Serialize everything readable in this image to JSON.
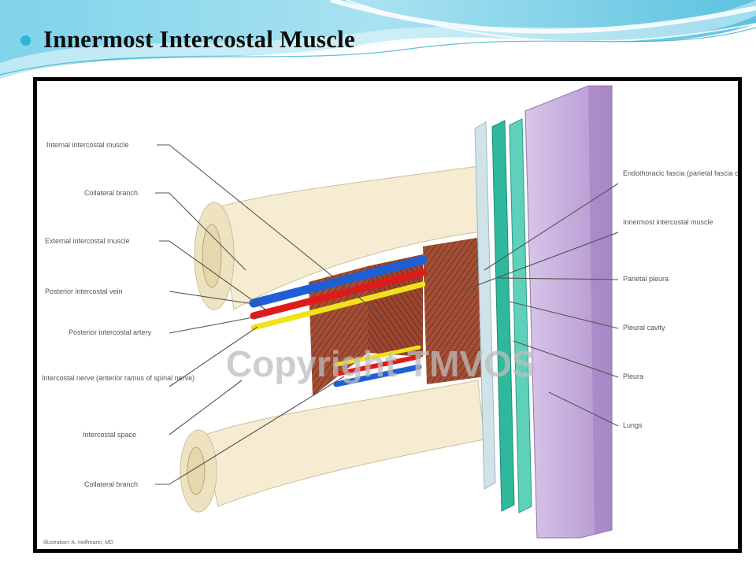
{
  "slide": {
    "title": "Innermost Intercostal Muscle",
    "bullet_color": "#29b7d3"
  },
  "figure": {
    "watermark": "Copyright TMVOS",
    "credit": "Illustration: A. Hoffmann, MD",
    "labels_left": [
      "Internal intercostal muscle",
      "Collateral branch",
      "External intercostal muscle",
      "Posterior intercostal vein",
      "Posterior intercostal artery",
      "Intercostal nerve (anterior ramus of spinal nerve)",
      "Intercostal space",
      "Collateral branch"
    ],
    "labels_right": [
      "Endothoracic fascia (parietal fascia of thorax)",
      "Innermost intercostal muscle",
      "Parietal pleura",
      "Pleural cavity",
      "Pleura",
      "Lungs"
    ],
    "colors": {
      "vein": "#1f5fd6",
      "artery": "#e01a1a",
      "nerve": "#f2e21a",
      "rib": "#f5ecd2",
      "muscle": "#9b4a32",
      "lung": "#c7aedc",
      "pleura": "#2fb89c",
      "fascia": "#cfe3e8"
    }
  }
}
